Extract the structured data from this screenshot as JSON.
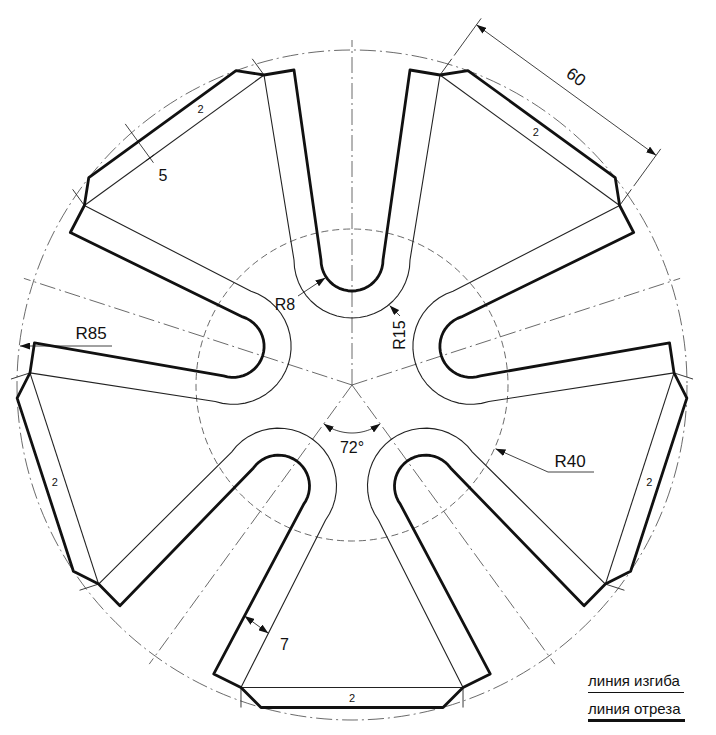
{
  "diagram": {
    "labels": [
      "60",
      "5",
      "2",
      "2",
      "2",
      "2",
      "2",
      "R8",
      "R15",
      "R85",
      "R40",
      "72°",
      "7"
    ],
    "legend": [
      {
        "text": "линия изгиба"
      },
      {
        "text": "линия отреза"
      }
    ]
  }
}
